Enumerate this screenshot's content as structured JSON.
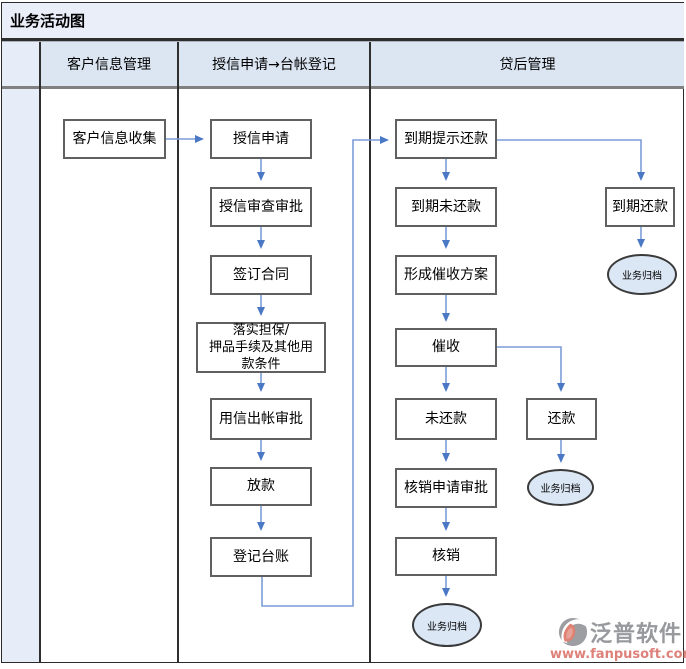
{
  "title": "业务活动图",
  "lanes": [
    {
      "label": "客户信息管理"
    },
    {
      "label": "授信申请→台帐登记"
    },
    {
      "label": "贷后管理"
    }
  ],
  "nodes": {
    "customer_collect": {
      "label": "客户信息收集"
    },
    "credit_apply": {
      "label": "授信申请"
    },
    "credit_review": {
      "label": "授信审查审批"
    },
    "sign_contract": {
      "label": "签订合同"
    },
    "implement_guarantee": {
      "label": "落实担保/\n押品手续及其他用\n款条件"
    },
    "disbursement_approval": {
      "label": "用信出帐审批"
    },
    "loan_release": {
      "label": "放款"
    },
    "register_ledger": {
      "label": "登记台账"
    },
    "due_reminder": {
      "label": "到期提示还款"
    },
    "due_unpaid": {
      "label": "到期未还款"
    },
    "due_repaid": {
      "label": "到期还款"
    },
    "archive_due": {
      "label": "业务归档"
    },
    "collection_plan": {
      "label": "形成催收方案"
    },
    "collection": {
      "label": "催收"
    },
    "not_repaid": {
      "label": "未还款"
    },
    "repaid": {
      "label": "还款"
    },
    "archive_repaid": {
      "label": "业务归档"
    },
    "writeoff_approval": {
      "label": "核销申请审批"
    },
    "writeoff": {
      "label": "核销"
    },
    "archive_writeoff": {
      "label": "业务归档"
    }
  },
  "watermark": {
    "brand": "泛普软件",
    "url": "www.fanpusoft.com"
  },
  "colors": {
    "connector_blue": "#7c9cd8",
    "arrowhead_blue": "#4a78c5",
    "box_border_gray": "#606060",
    "terminator_fill": "#dce7f5",
    "header_fill": "#dce6f3",
    "title_fill": "#e9eef9",
    "watermark_gray": "#97999d",
    "watermark_salmon": "#dd817a"
  }
}
